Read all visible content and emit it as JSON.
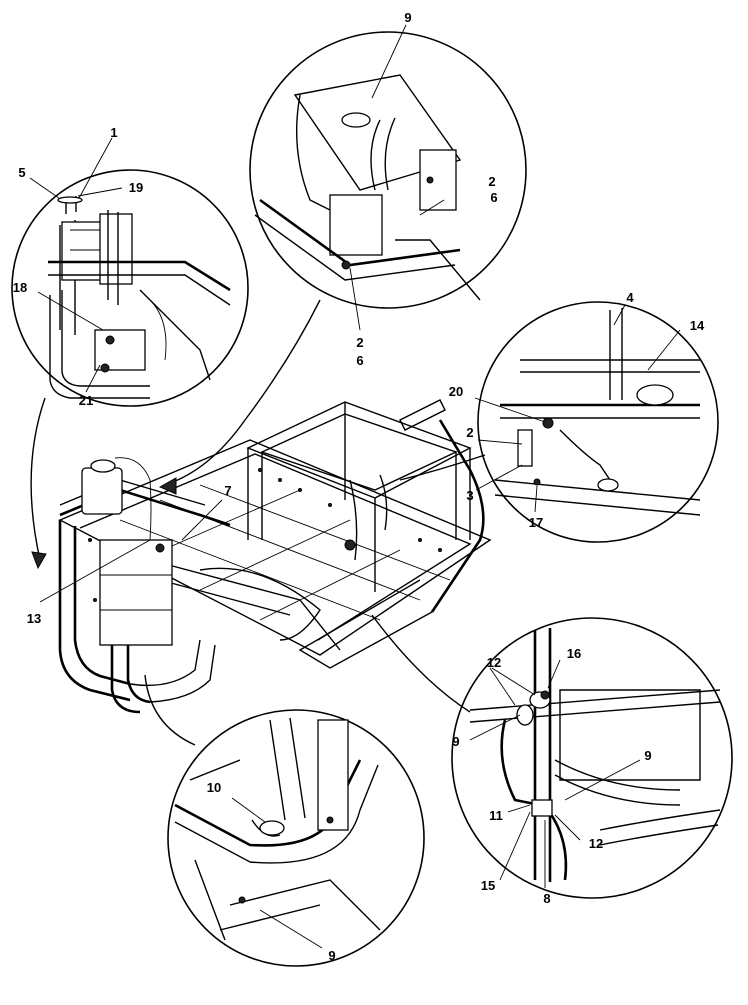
{
  "callouts": {
    "c1": "1",
    "c2a": "2",
    "c2b": "2",
    "c2c": "2",
    "c3": "3",
    "c4": "4",
    "c5": "5",
    "c6a": "6",
    "c6b": "6",
    "c7": "7",
    "c8": "8",
    "c9a": "9",
    "c9b": "9",
    "c9c": "9",
    "c9d": "9",
    "c10": "10",
    "c11": "11",
    "c12a": "12",
    "c12b": "12",
    "c13": "13",
    "c14": "14",
    "c15": "15",
    "c16": "16",
    "c17": "17",
    "c18": "18",
    "c19": "19",
    "c20": "20",
    "c21": "21"
  }
}
